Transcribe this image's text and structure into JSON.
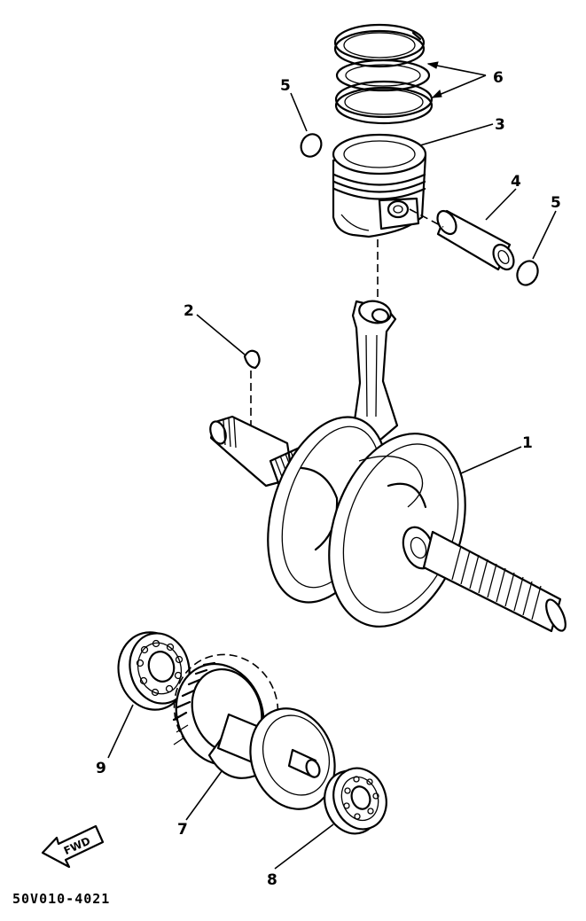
{
  "drawing_code": "50V010-4021",
  "direction_arrow": "FWD",
  "callouts": {
    "crankshaft": "1",
    "woodruff_key": "2",
    "piston": "3",
    "piston_pin": "4",
    "circlip_left": "5",
    "circlip_right": "5",
    "piston_ring_set": "6",
    "balancer_shaft": "7",
    "bearing_right": "8",
    "bearing_left": "9"
  }
}
